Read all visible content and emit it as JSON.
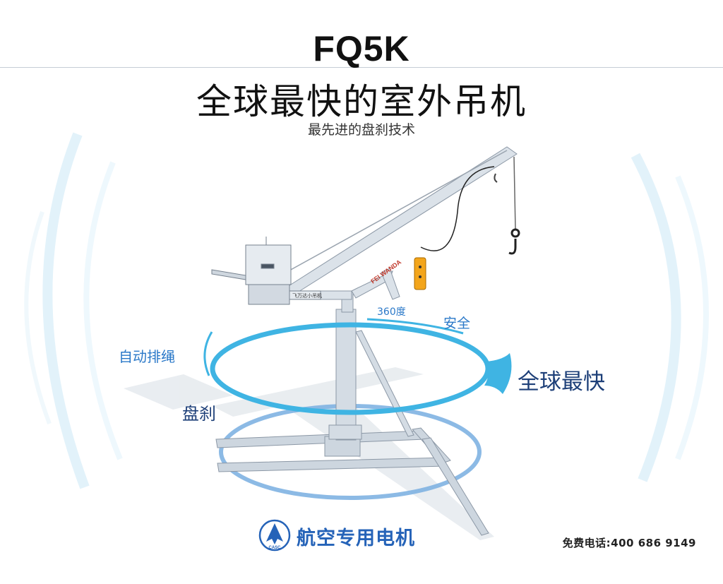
{
  "header": {
    "model": "FQ5K",
    "headline": "全球最快的室外吊机",
    "subline": "最先进的盘刹技术"
  },
  "product": {
    "boom_brand": "FEI WANDA",
    "nameplate": "飞万达小吊机"
  },
  "features": {
    "rotation": "360度",
    "safety": "安全",
    "auto_rope": "自动排绳",
    "disc_brake": "盘刹",
    "fastest": "全球最快"
  },
  "footer": {
    "logo_text": "CASC",
    "brand_text": "航空专用电机",
    "phone": "免费电话:400 686 9149"
  },
  "colors": {
    "ring_blue": "#3fb4e3",
    "accent_blue": "#2a78c8",
    "dark_blue": "#1d3f78",
    "steel": "#c9d2dc"
  }
}
